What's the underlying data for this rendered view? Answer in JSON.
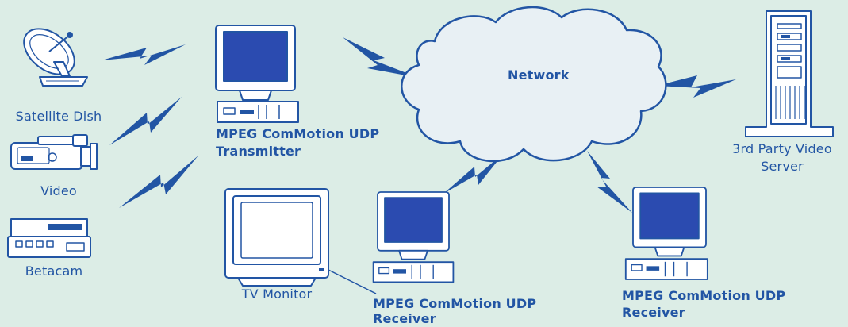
{
  "colors": {
    "background": "#dcede6",
    "line": "#2255a4",
    "fill": "#ffffff",
    "screen": "#2b4bb0",
    "cloud": "#e8f0f4"
  },
  "labels": {
    "satellite_dish": "Satellite Dish",
    "video": "Video",
    "betacam": "Betacam",
    "transmitter_line1": "MPEG ComMotion UDP",
    "transmitter_line2": "Transmitter",
    "network": "Network",
    "video_server_line1": "3rd Party Video",
    "video_server_line2": "Server",
    "tv_monitor": "TV Monitor",
    "receiver1_line1": "MPEG ComMotion UDP",
    "receiver1_line2": "Receiver",
    "receiver2_line1": "MPEG ComMotion UDP",
    "receiver2_line2": "Receiver"
  },
  "icons": [
    "satellite-dish-icon",
    "camcorder-icon",
    "betacam-deck-icon",
    "computer-icon",
    "network-cloud-icon",
    "server-tower-icon",
    "tv-monitor-icon",
    "wireless-link-icon"
  ]
}
